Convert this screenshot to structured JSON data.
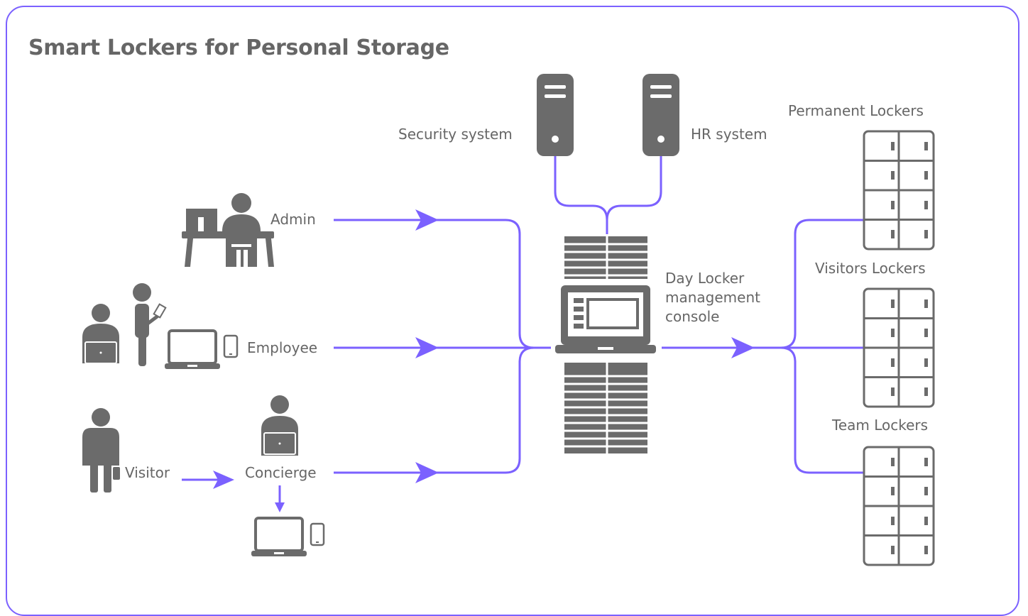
{
  "title": "Smart Lockers for Personal Storage",
  "colors": {
    "accent": "#7b61ff",
    "icon": "#6b6b6b",
    "text": "#666666"
  },
  "actors": {
    "admin": "Admin",
    "employee": "Employee",
    "visitor": "Visitor",
    "concierge": "Concierge"
  },
  "systems": {
    "security": "Security system",
    "hr": "HR system",
    "console_line1": "Day Locker",
    "console_line2": "management",
    "console_line3": "console"
  },
  "lockers": {
    "permanent": "Permanent Lockers",
    "visitors": "Visitors Lockers",
    "team": "Team Lockers"
  },
  "icons": [
    "person-at-desk-icon",
    "person-with-laptop-icon",
    "person-with-phone-icon",
    "laptop-icon",
    "tablet-icon",
    "visitor-icon",
    "server-icon",
    "rack-icon",
    "console-laptop-icon",
    "locker-bank-icon"
  ]
}
